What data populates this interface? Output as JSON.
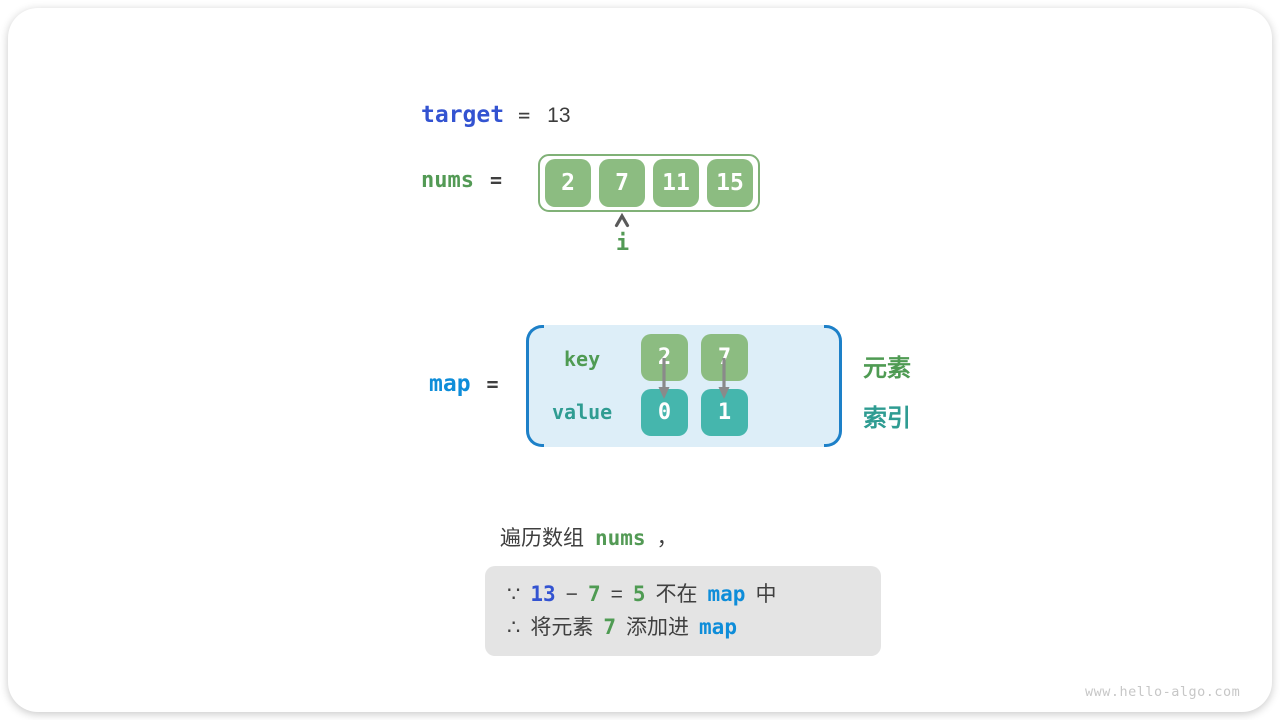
{
  "target_row": {
    "label": "target",
    "equals": "=",
    "value": "13"
  },
  "nums_row": {
    "label": "nums",
    "equals": "=",
    "values": [
      "2",
      "7",
      "11",
      "15"
    ],
    "pointer_label": "i"
  },
  "map_row": {
    "label": "map",
    "equals": "=",
    "key_label": "key",
    "value_label": "value",
    "entries": [
      {
        "key": "2",
        "value": "0"
      },
      {
        "key": "7",
        "value": "1"
      }
    ],
    "element_label": "元素",
    "index_label": "索引"
  },
  "caption": {
    "text": "遍历数组",
    "code": "nums",
    "comma": "，"
  },
  "note": {
    "line1": {
      "because": "∵",
      "target": "13",
      "minus": "−",
      "num": "7",
      "equals": "=",
      "diff": "5",
      "text_not_in": "不在",
      "code": "map",
      "text_in": "中"
    },
    "line2": {
      "therefore": "∴",
      "text_add": "将元素",
      "num": "7",
      "text_into": "添加进",
      "code": "map"
    }
  },
  "watermark": "www.hello-algo.com",
  "colors": {
    "keyword_blue": "#3353d1",
    "map_azure": "#0e8dd9",
    "green_text": "#4f9b53",
    "teal_text": "#2f9c92",
    "array_cell_green": "#8cbc81",
    "value_cell_teal": "#45b6ad",
    "map_panel_blue": "#ddeef8",
    "bracket_blue": "#1d80c8",
    "note_gray": "#e4e4e4"
  }
}
